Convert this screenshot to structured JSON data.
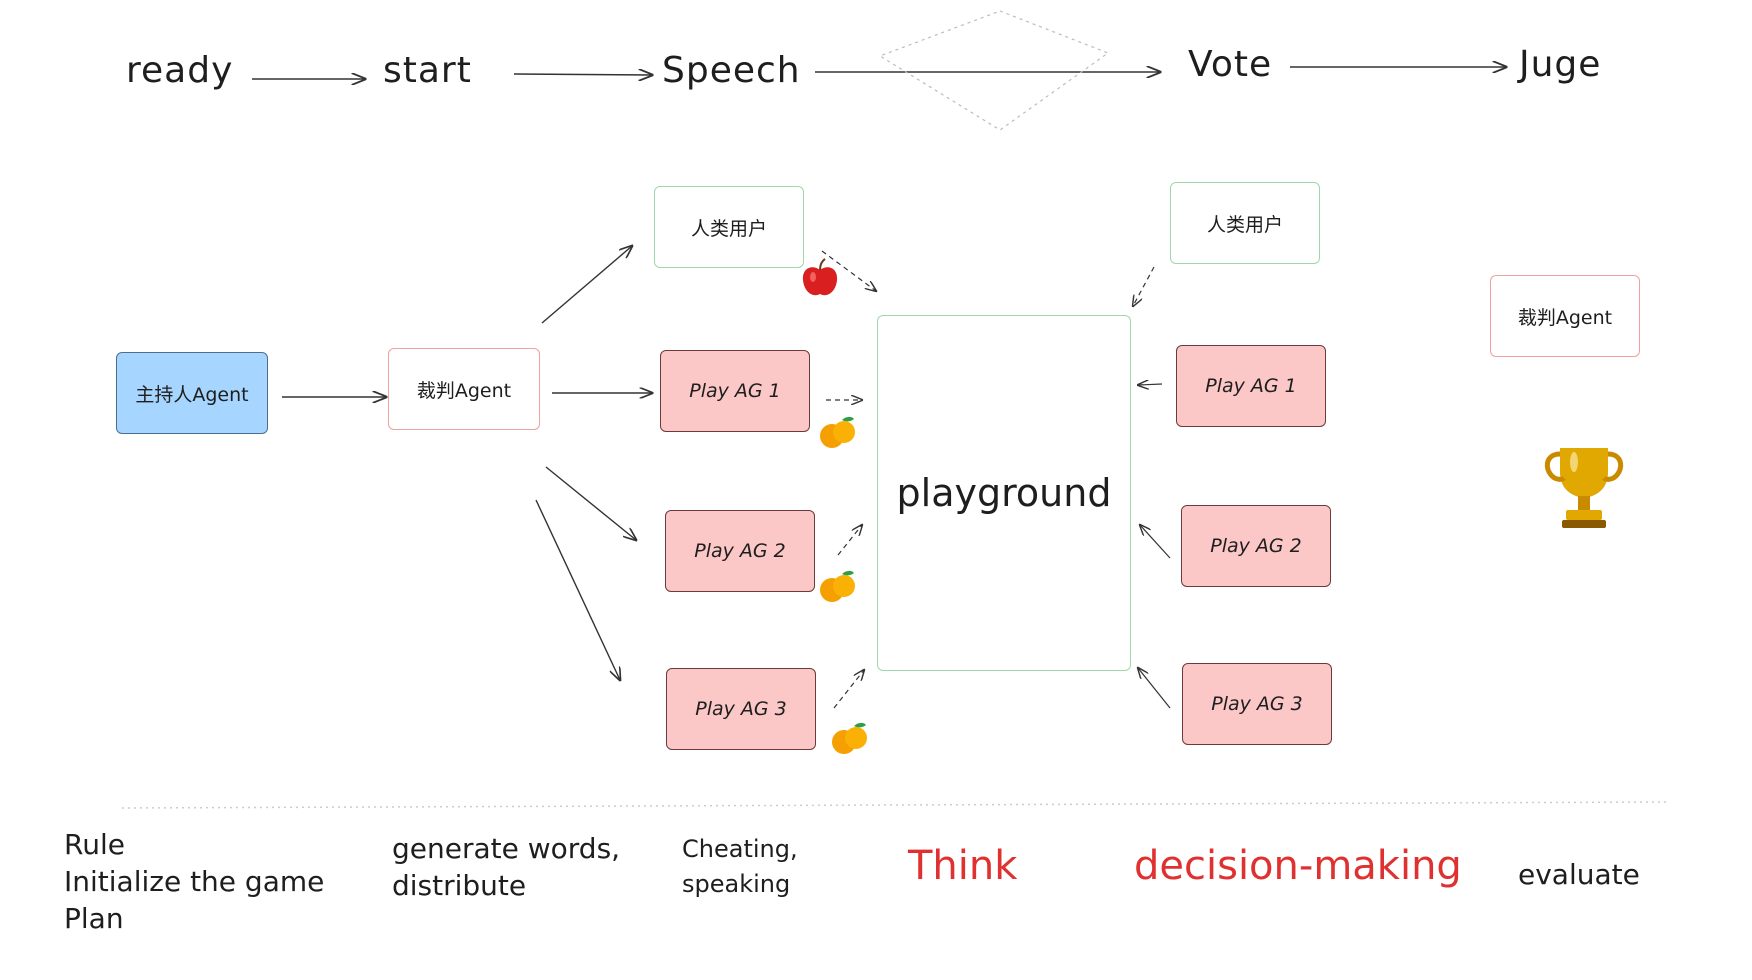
{
  "stages": [
    "ready",
    "start",
    "Speech",
    "Vote",
    "Juge"
  ],
  "boxes": {
    "host": "主持人Agent",
    "judge": "裁判Agent",
    "human_left": "人类用户",
    "human_right": "人类用户",
    "judge_right": "裁判Agent",
    "players_left": [
      "Play AG 1",
      "Play AG 2",
      "Play AG 3"
    ],
    "players_right": [
      "Play AG 1",
      "Play AG 2",
      "Play AG 3"
    ],
    "playground": "playground"
  },
  "notes": {
    "rule": [
      "Rule",
      "Initialize the game",
      "Plan"
    ],
    "generate": [
      "generate words,",
      "distribute"
    ],
    "cheating": [
      "Cheating,",
      "speaking"
    ],
    "think": "Think",
    "decision": "decision-making",
    "evaluate": "evaluate"
  },
  "icons": {
    "apple": "apple-icon",
    "oranges": "tangerine-icon",
    "trophy": "trophy-icon"
  },
  "colors": {
    "host_fill": "#a6d6ff",
    "player_fill": "#fbc7c7",
    "green_border": "#9fd8a8",
    "red_border": "#f2a0a0",
    "accent_red": "#e03131"
  }
}
